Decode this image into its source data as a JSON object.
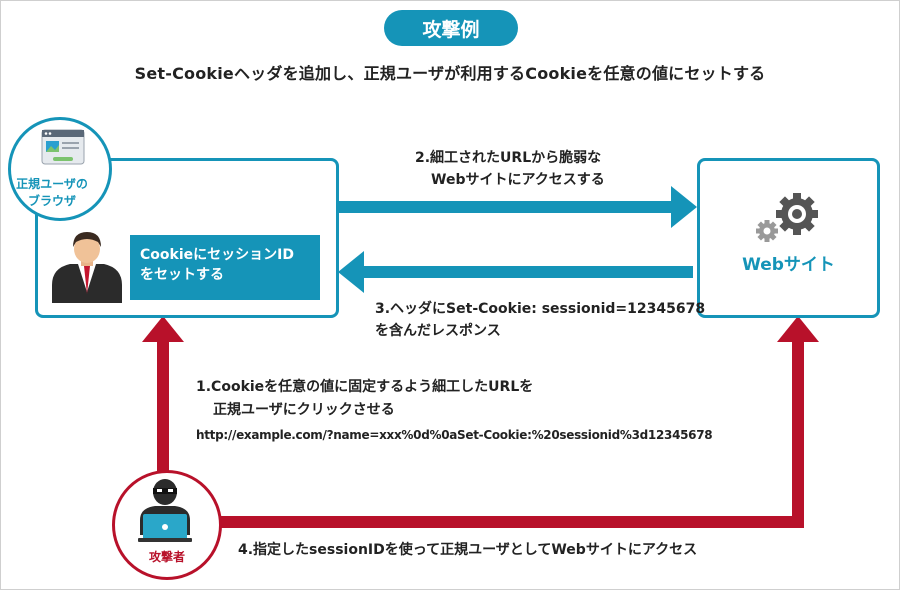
{
  "title": "攻撃例",
  "subtitle": "Set-Cookieヘッダを追加し、正規ユーザが利用するCookieを任意の値にセットする",
  "browser": {
    "label_line1": "正規ユーザの",
    "label_line2": "ブラウザ",
    "cookie_line1": "CookieにセッションID",
    "cookie_line2": "をセットする"
  },
  "website": {
    "label": "Webサイト"
  },
  "attacker": {
    "label": "攻撃者"
  },
  "steps": {
    "step1_line1": "1.Cookieを任意の値に固定するよう細工したURLを",
    "step1_line2": "正規ユーザにクリックさせる",
    "step1_url": "http://example.com/?name=xxx%0d%0aSet-Cookie:%20sessionid%3d12345678",
    "step2_line1": "2.細工されたURLから脆弱な",
    "step2_line2": "Webサイトにアクセスする",
    "step3_line1": "3.ヘッダにSet-Cookie: sessionid=12345678",
    "step3_line2": "を含んだレスポンス",
    "step4": "4.指定したsessionIDを使って正規ユーザとしてWebサイトにアクセス"
  },
  "colors": {
    "blue": "#1594b8",
    "red": "#b8112a"
  },
  "icons": [
    "browser-window-icon",
    "businessman-icon",
    "gear-icon",
    "hacker-icon"
  ]
}
